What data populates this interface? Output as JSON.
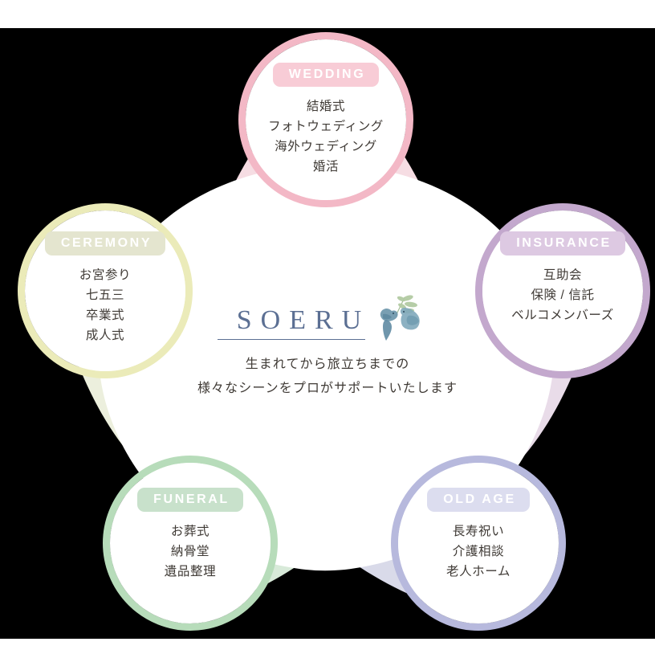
{
  "brand": {
    "wordmark": "SOERU",
    "logo_icon": "two-birds-with-branch-icon",
    "tagline_line1": "生まれてから旅立ちまでの",
    "tagline_line2": "様々なシーンをプロがサポートいたします",
    "wordmark_color": "#5b6f93",
    "text_color": "#3f3a35"
  },
  "nodes": [
    {
      "key": "wedding",
      "badge": "WEDDING",
      "badge_bg": "#f8ccd6",
      "ring_color": "#f3b8c6",
      "petal_color": "#f6dde3",
      "items": [
        "結婚式",
        "フォトウェディング",
        "海外ウェディング",
        "婚活"
      ]
    },
    {
      "key": "ceremony",
      "badge": "CEREMONY",
      "badge_bg": "#e4e5cf",
      "ring_color": "#ebebb9",
      "petal_color": "#ecefdd",
      "items": [
        "お宮参り",
        "七五三",
        "卒業式",
        "成人式"
      ]
    },
    {
      "key": "insurance",
      "badge": "INSURANCE",
      "badge_bg": "#ddc9e2",
      "ring_color": "#c3a8cd",
      "petal_color": "#e9dce9",
      "items": [
        "互助会",
        "保険 / 信託",
        "ベルコメンバーズ"
      ]
    },
    {
      "key": "funeral",
      "badge": "FUNERAL",
      "badge_bg": "#c8e1cb",
      "ring_color": "#b7dcba",
      "petal_color": "#d8ead9",
      "items": [
        "お葬式",
        "納骨堂",
        "遺品整理"
      ]
    },
    {
      "key": "oldage",
      "badge": "OLD AGE",
      "badge_bg": "#dcddef",
      "ring_color": "#b7b9dd",
      "petal_color": "#d9dae9",
      "items": [
        "長寿祝い",
        "介護相談",
        "老人ホーム"
      ]
    }
  ]
}
